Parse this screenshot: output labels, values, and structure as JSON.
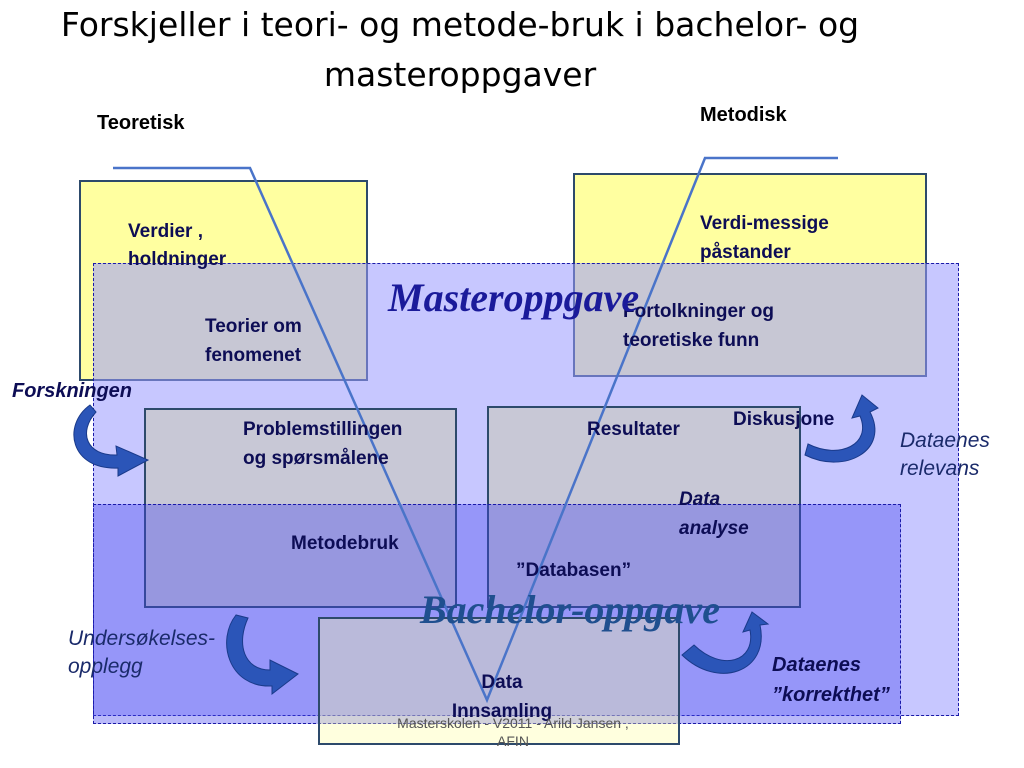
{
  "title": {
    "line1": "Forskjeller i teori- og metode-bruk i bachelor- og",
    "line2": "masteroppgaver"
  },
  "headers": {
    "teoretisk": "Teoretisk",
    "metodisk": "Metodisk"
  },
  "boxes": {
    "verdier": "Verdier ,\nholdninger",
    "teorier": "Teorier om\nfenomenet",
    "verdi_messige": "Verdi-messige\npåstander",
    "fortolkninger": "Fortolkninger og\nteoretiske funn",
    "problemstillingen": "Problemstillingen\nog spørsmålene",
    "metodebruk": "Metodebruk",
    "resultater": "Resultater",
    "diskusjone": "Diskusjone",
    "data_analyse": "Data\nanalyse",
    "databasen": "”Databasen”",
    "data_innsamling": "Data\nInnsamling"
  },
  "regions": {
    "masteroppgave": "Masteroppgave",
    "bachelor": "Bachelor-oppgave"
  },
  "side_labels": {
    "forskningen": "Forskningen",
    "undersokelses": "Undersøkelses-\nopplegg",
    "dataenes_relevans": "Dataenes\nrelevans",
    "dataenes_korrekthet": "Dataenes\n ”korrekthet”"
  },
  "footer": "Masterskolen - V2011 - Arild Jansen ,\nAFIN",
  "colors": {
    "yellow": "#ffffa0",
    "gray": "#c8c8c8",
    "master_region": "#9999ff",
    "bachelor_region": "#5555ee",
    "v_line": "#4a74c9",
    "arrow": "#2b55b8"
  }
}
